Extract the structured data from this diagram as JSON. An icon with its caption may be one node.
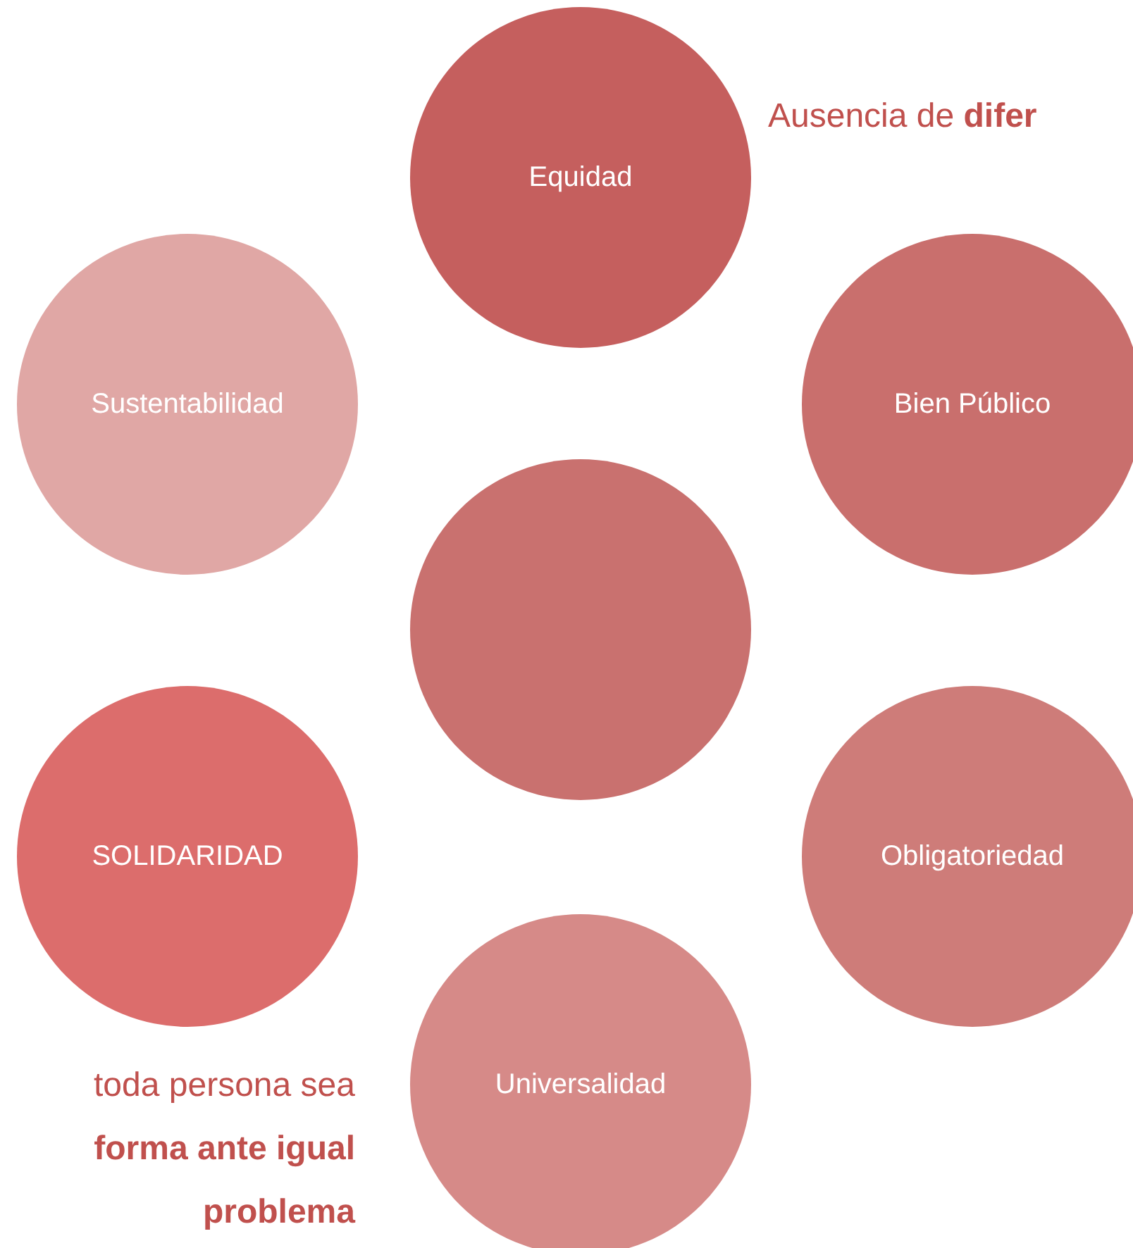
{
  "diagram": {
    "nodes": [
      {
        "text": [
          "Equidad"
        ]
      },
      {
        "text": [
          "Sustentabilidad"
        ]
      },
      {
        "text": [
          "Bien Público"
        ]
      },
      {
        "text": [],
        "shape": "circle"
      },
      {
        "text": [
          "SOLIDARIDAD"
        ]
      },
      {
        "text": [
          "Obligatoriedad"
        ]
      },
      {
        "text": [
          "Universalidad"
        ]
      }
    ],
    "labels": [
      "Ausencia de **difer**",
      "toda persona sea **forma ante igual problema**"
    ]
  }
}
